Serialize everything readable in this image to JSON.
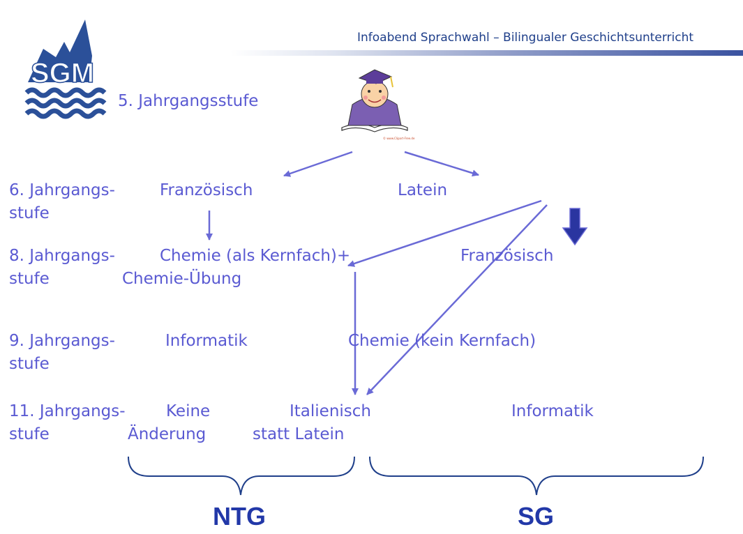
{
  "header": {
    "title": "Infoabend Sprachwahl – Bilingualer Geschichtsunterricht"
  },
  "logo": {
    "text": "SGM"
  },
  "clipart": {
    "credit": "© www.Clipart-Free.de"
  },
  "rows": {
    "grade5": {
      "label": "5. Jahrgangsstufe"
    },
    "grade6": {
      "label_line1": "6. Jahrgangs-",
      "label_line2": "stufe",
      "left": "Französisch",
      "right": "Latein"
    },
    "grade8": {
      "label_line1": "8. Jahrgangs-",
      "label_line2": "stufe",
      "left_line1": "Chemie (als Kernfach)+",
      "left_line2": "Chemie-Übung",
      "right": "Französisch"
    },
    "grade9": {
      "label_line1": "9. Jahrgangs-",
      "label_line2": "stufe",
      "left": "Informatik",
      "right": "Chemie (kein Kernfach)"
    },
    "grade11": {
      "label_line1": "11. Jahrgangs-",
      "label_line2": "stufe",
      "left_line1": "Keine",
      "left_line2": "Änderung",
      "middle_line1": "Italienisch",
      "middle_line2": "statt Latein",
      "right": "Informatik"
    }
  },
  "groups": {
    "left": "NTG",
    "right": "SG"
  },
  "colors": {
    "arrow": "#6a6ad6",
    "text": "#5a5ad2",
    "navy": "#1f3f8a",
    "down_arrow": "#2a35a0"
  }
}
